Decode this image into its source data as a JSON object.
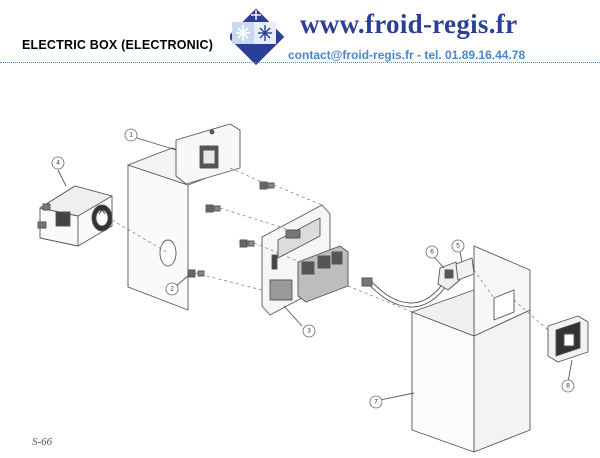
{
  "header": {
    "title": "ELECTRIC BOX (ELECTRONIC)",
    "site_url": "www.froid-regis.fr",
    "contact": "contact@froid-regis.fr - tel. 01.89.16.44.78"
  },
  "sheet_ref": "S-66",
  "callouts": [
    "1",
    "2",
    "3",
    "4",
    "5",
    "6",
    "7",
    "8"
  ],
  "colors": {
    "brand_blue": "#2c3f97",
    "contact_blue": "#4a86c8",
    "line": "#555555"
  }
}
